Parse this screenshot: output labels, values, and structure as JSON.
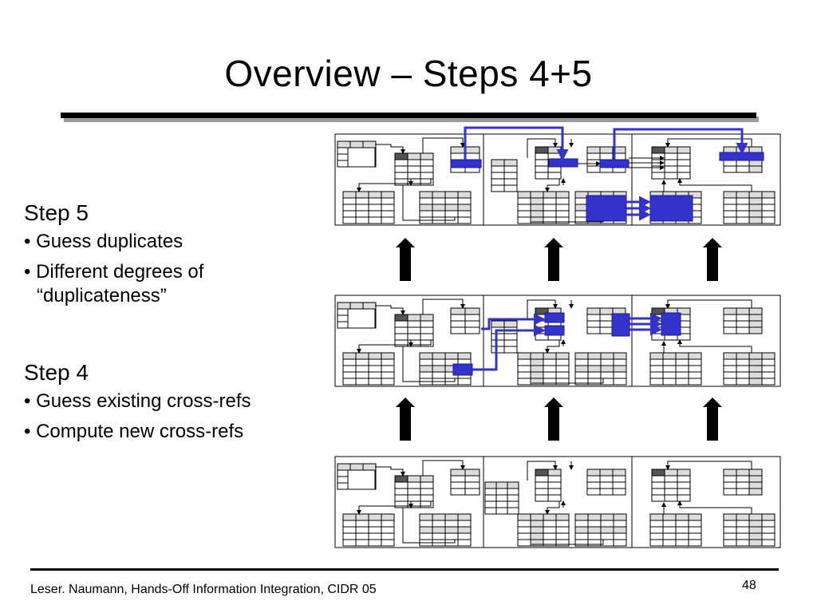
{
  "slide": {
    "title": "Overview – Steps 4+5",
    "step5": {
      "heading": "Step 5",
      "bullets": [
        "• Guess duplicates",
        "• Different degrees of",
        "“duplicateness”"
      ]
    },
    "step4": {
      "heading": "Step 4",
      "bullets": [
        "• Guess existing cross-refs",
        "• Compute new cross-refs"
      ]
    },
    "footer": {
      "citation": "Leser. Naumann, Hands-Off Information Integration, CIDR 05",
      "page_number": "48"
    }
  },
  "colors": {
    "highlight": "#3333cc",
    "line": "#000000",
    "gray_cell": "#dcdcdc",
    "dark_cell": "#555555"
  }
}
